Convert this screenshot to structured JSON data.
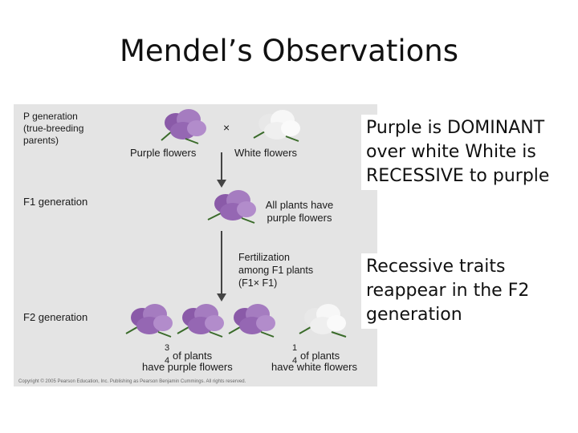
{
  "slide": {
    "title": "Mendel’s Observations"
  },
  "figure": {
    "p_generation": "P generation\n(true-breeding\nparents)",
    "cross_symbol": "×",
    "purple_label": "Purple flowers",
    "white_label": "White flowers",
    "f1_generation": "F1 generation",
    "f1_note": "All plants have\npurple flowers",
    "fertilization": "Fertilization\namong F1 plants\n(F1× F1)",
    "f2_generation": "F2 generation",
    "purple_fraction_num": "3",
    "purple_fraction_den": "4",
    "purple_fraction_text_1": "of plants",
    "purple_fraction_text_2": "have purple flowers",
    "white_fraction_num": "1",
    "white_fraction_den": "4",
    "white_fraction_text_1": "of plants",
    "white_fraction_text_2": "have white flowers",
    "copyright": "Copyright © 2005 Pearson Education, Inc. Publishing as Pearson Benjamin Cummings. All rights reserved."
  },
  "notes": {
    "dominant": "Purple is DOMINANT over white White is RECESSIVE to purple",
    "recessive": "Recessive traits reappear in the F2 generation"
  },
  "colors": {
    "purple_flower": "#9b6fb5",
    "white_flower": "#f2f2f2",
    "figure_bg": "#e4e4e4"
  }
}
